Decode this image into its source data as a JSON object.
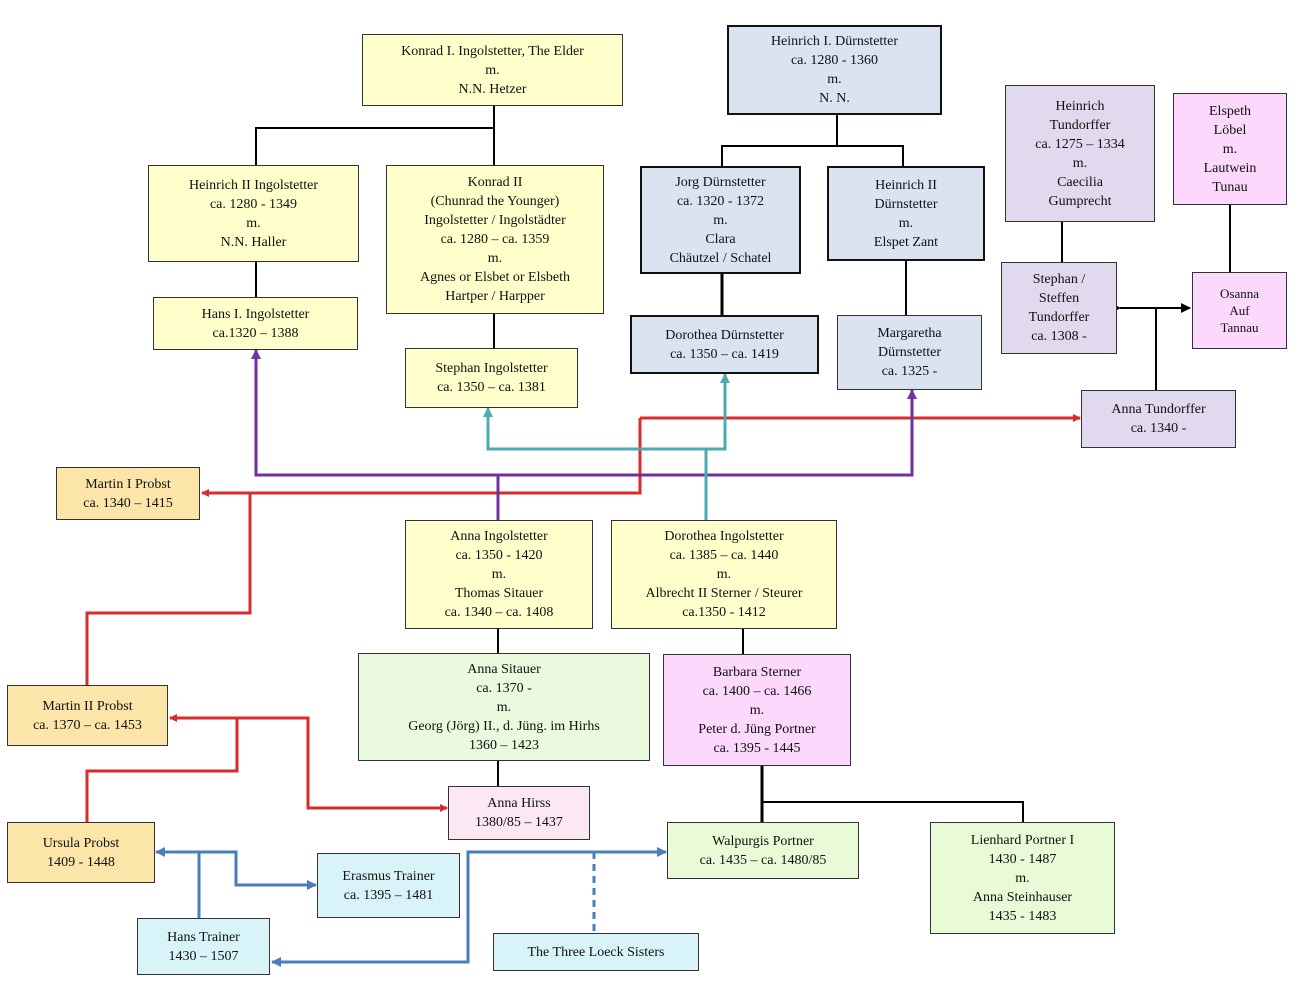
{
  "colors": {
    "black": "#000000",
    "red": "#d92b2b",
    "purple": "#7030a0",
    "teal": "#4bacb0",
    "blue": "#4a7ebb"
  },
  "boxes": {
    "konrad1": [
      "Konrad I. Ingolstetter, The Elder",
      "m.",
      "N.N. Hetzer"
    ],
    "heinrich1": [
      "Heinrich I. Dürnstetter",
      "ca. 1280 - 1360",
      "m.",
      "N. N."
    ],
    "heinrich_tund": [
      "Heinrich",
      "Tundorffer",
      "ca. 1275 – 1334",
      "m.",
      "Caecilia",
      "Gumprecht"
    ],
    "elspeth": [
      "Elspeth",
      "Löbel",
      "m.",
      "Lautwein",
      "Tunau"
    ],
    "heinrich2_ing": [
      "Heinrich II Ingolstetter",
      "ca. 1280 - 1349",
      "m.",
      "N.N. Haller"
    ],
    "konrad2": [
      "Konrad II",
      "(Chunrad the Younger)",
      "Ingolstetter / Ingolstädter",
      "ca. 1280 – ca. 1359",
      "m.",
      "Agnes or Elsbet or Elsbeth",
      "Hartper / Harpper"
    ],
    "jorg": [
      "Jorg Dürnstetter",
      "ca. 1320 - 1372",
      "m.",
      "Clara",
      "Chäutzel / Schatel"
    ],
    "heinrich2_durn": [
      "Heinrich II",
      "Dürnstetter",
      "m.",
      "Elspet Zant"
    ],
    "stephan_tund": [
      "Stephan /",
      "Steffen",
      "Tundorffer",
      "ca. 1308 -"
    ],
    "osanna": [
      "Osanna",
      "Auf",
      "Tannau"
    ],
    "hans1": [
      "Hans I. Ingolstetter",
      "ca.1320 – 1388"
    ],
    "dorothea_durn": [
      "Dorothea Dürnstetter",
      "ca. 1350 – ca. 1419"
    ],
    "margaretha": [
      "Margaretha",
      "Dürnstetter",
      "ca. 1325 -"
    ],
    "stephan_ing": [
      "Stephan Ingolstetter",
      "ca. 1350 – ca. 1381"
    ],
    "anna_tund": [
      "Anna Tundorffer",
      "ca. 1340 -"
    ],
    "martin1": [
      "Martin I Probst",
      "ca. 1340 – 1415"
    ],
    "anna_ing": [
      "Anna Ingolstetter",
      "ca. 1350 - 1420",
      "m.",
      "Thomas Sitauer",
      "ca. 1340 – ca. 1408"
    ],
    "dorothea_ing": [
      "Dorothea Ingolstetter",
      "ca. 1385 – ca. 1440",
      "m.",
      "Albrecht II Sterner / Steurer",
      "ca.1350 - 1412"
    ],
    "anna_sitauer": [
      "Anna Sitauer",
      "ca. 1370 -",
      "m.",
      "Georg (Jörg) II., d. Jüng. im Hirhs",
      "1360 – 1423"
    ],
    "barbara": [
      "Barbara Sterner",
      "ca. 1400 – ca. 1466",
      "m.",
      "Peter d. Jüng Portner",
      "ca. 1395 - 1445"
    ],
    "martin2": [
      "Martin II Probst",
      "ca. 1370 – ca. 1453"
    ],
    "anna_hirss": [
      "Anna Hirss",
      "1380/85 – 1437"
    ],
    "ursula": [
      "Ursula Probst",
      "1409 - 1448"
    ],
    "walpurgis": [
      "Walpurgis Portner",
      "ca. 1435 – ca. 1480/85"
    ],
    "lienhard": [
      "Lienhard Portner I",
      "1430 - 1487",
      "m.",
      "Anna Steinhauser",
      "1435 - 1483"
    ],
    "erasmus": [
      "Erasmus Trainer",
      "ca. 1395 – 1481"
    ],
    "hans_trainer": [
      "Hans Trainer",
      "1430 – 1507"
    ],
    "loeck": [
      "The Three Loeck Sisters"
    ]
  }
}
